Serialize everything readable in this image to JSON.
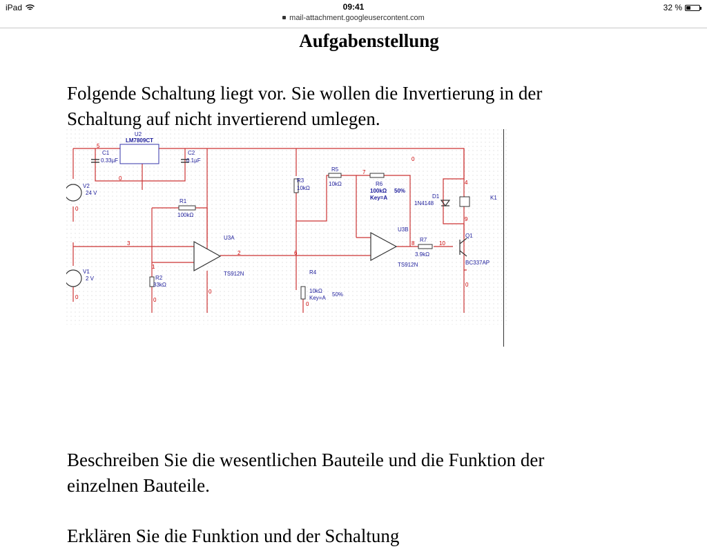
{
  "status_bar": {
    "device": "iPad",
    "time": "09:41",
    "battery": "32 %",
    "battery_level": 0.32
  },
  "url": "mail-attachment.googleusercontent.com",
  "doc": {
    "title": "Aufgabenstellung",
    "intro": [
      "Folgende Schaltung liegt vor. Sie wollen die Invertierung in der",
      "Schaltung auf nicht invertierend umlegen."
    ],
    "task1": [
      "Beschreiben Sie die wesentlichen Bauteile und die Funktion der",
      "einzelnen Bauteile."
    ],
    "task2_partial": "Erklären Sie die Funktion und der Schaltung"
  },
  "circuit": {
    "components": {
      "u2": "U2",
      "u2_type": "LM7809CT",
      "c1": "C1",
      "c1_val": "0.33µF",
      "c2": "C2",
      "c2_val": "0.1µF",
      "v2": "V2",
      "v2_val": "24 V",
      "v1": "V1",
      "v1_val": "2 V",
      "r1": "R1",
      "r1_val": "100kΩ",
      "r2": "R2",
      "r2_val": "33kΩ",
      "r3": "R3",
      "r3_val": "10kΩ",
      "r4": "R4",
      "r4_val": "10kΩ",
      "r4_key": "Key=A",
      "r4_pct": "50%",
      "r5": "R5",
      "r5_val": "10kΩ",
      "r6": "R6",
      "r6_val": "100kΩ",
      "r6_pct": "50%",
      "r6_key": "Key=A",
      "r7": "R7",
      "r7_val": "3.9kΩ",
      "u3a": "U3A",
      "u3a_type": "TS912N",
      "u3b": "U3B",
      "u3b_type": "TS912N",
      "d1": "D1",
      "d1_type": "1N4148",
      "q1": "Q1",
      "q1_type": "BC337AP",
      "k1": "K1"
    },
    "nodes": {
      "n5": "5",
      "n0a": "0",
      "n0b": "0",
      "n0c": "0",
      "n0d": "0",
      "n0e": "0",
      "n0f": "0",
      "n0g": "0",
      "n0h": "0",
      "n3": "3",
      "n1": "1",
      "n2": "2",
      "n6": "6",
      "n7": "7",
      "n8": "8",
      "n10": "10",
      "n4": "4",
      "n9": "9"
    }
  },
  "colors": {
    "wire": "#cc3333",
    "comp": "#3333aa",
    "label": "#1a1a99",
    "node": "#cc0000",
    "grid": "#cfcfcf"
  }
}
